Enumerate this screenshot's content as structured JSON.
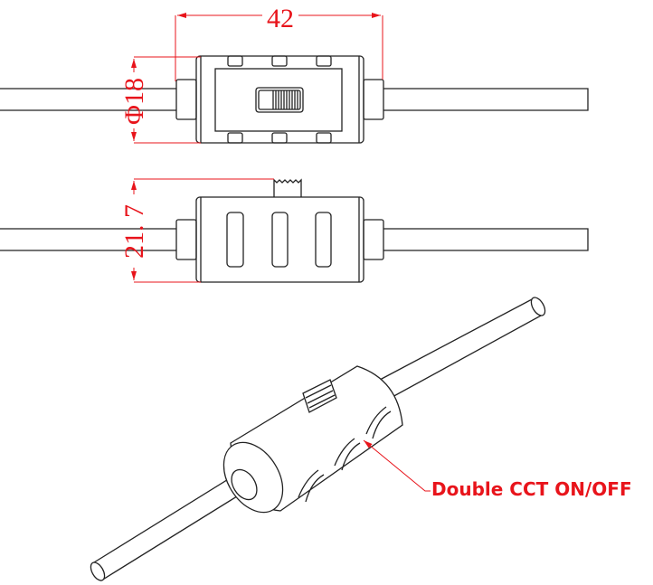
{
  "dimensions": {
    "length": "42",
    "diameter": "Φ18",
    "height": "21. 7"
  },
  "callout": {
    "label": "Double CCT ON/OFF"
  },
  "colors": {
    "dimension": "#e8141b",
    "line": "#222222"
  }
}
